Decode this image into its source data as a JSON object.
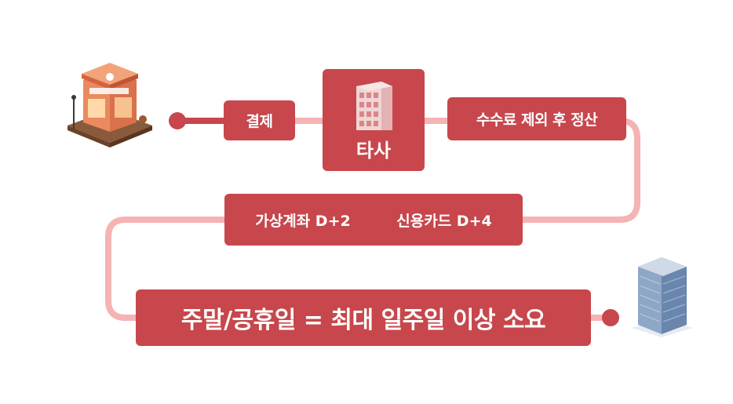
{
  "nodes": {
    "payment": "결제",
    "other_company": "타사",
    "settlement": "수수료 제외 후 정산",
    "account_transfer": "가상계좌 D+2",
    "credit_card": "신용카드 D+4",
    "holiday_note": "주말/공휴일 = 최대 일주일 이상 소요"
  },
  "icons": {
    "store": "store-icon",
    "company_building": "building-icon",
    "office_tower": "office-tower-icon"
  },
  "colors": {
    "box": "#c7474c",
    "line": "#f5b3b4",
    "dot": "#c7474c",
    "text": "#ffffff"
  }
}
